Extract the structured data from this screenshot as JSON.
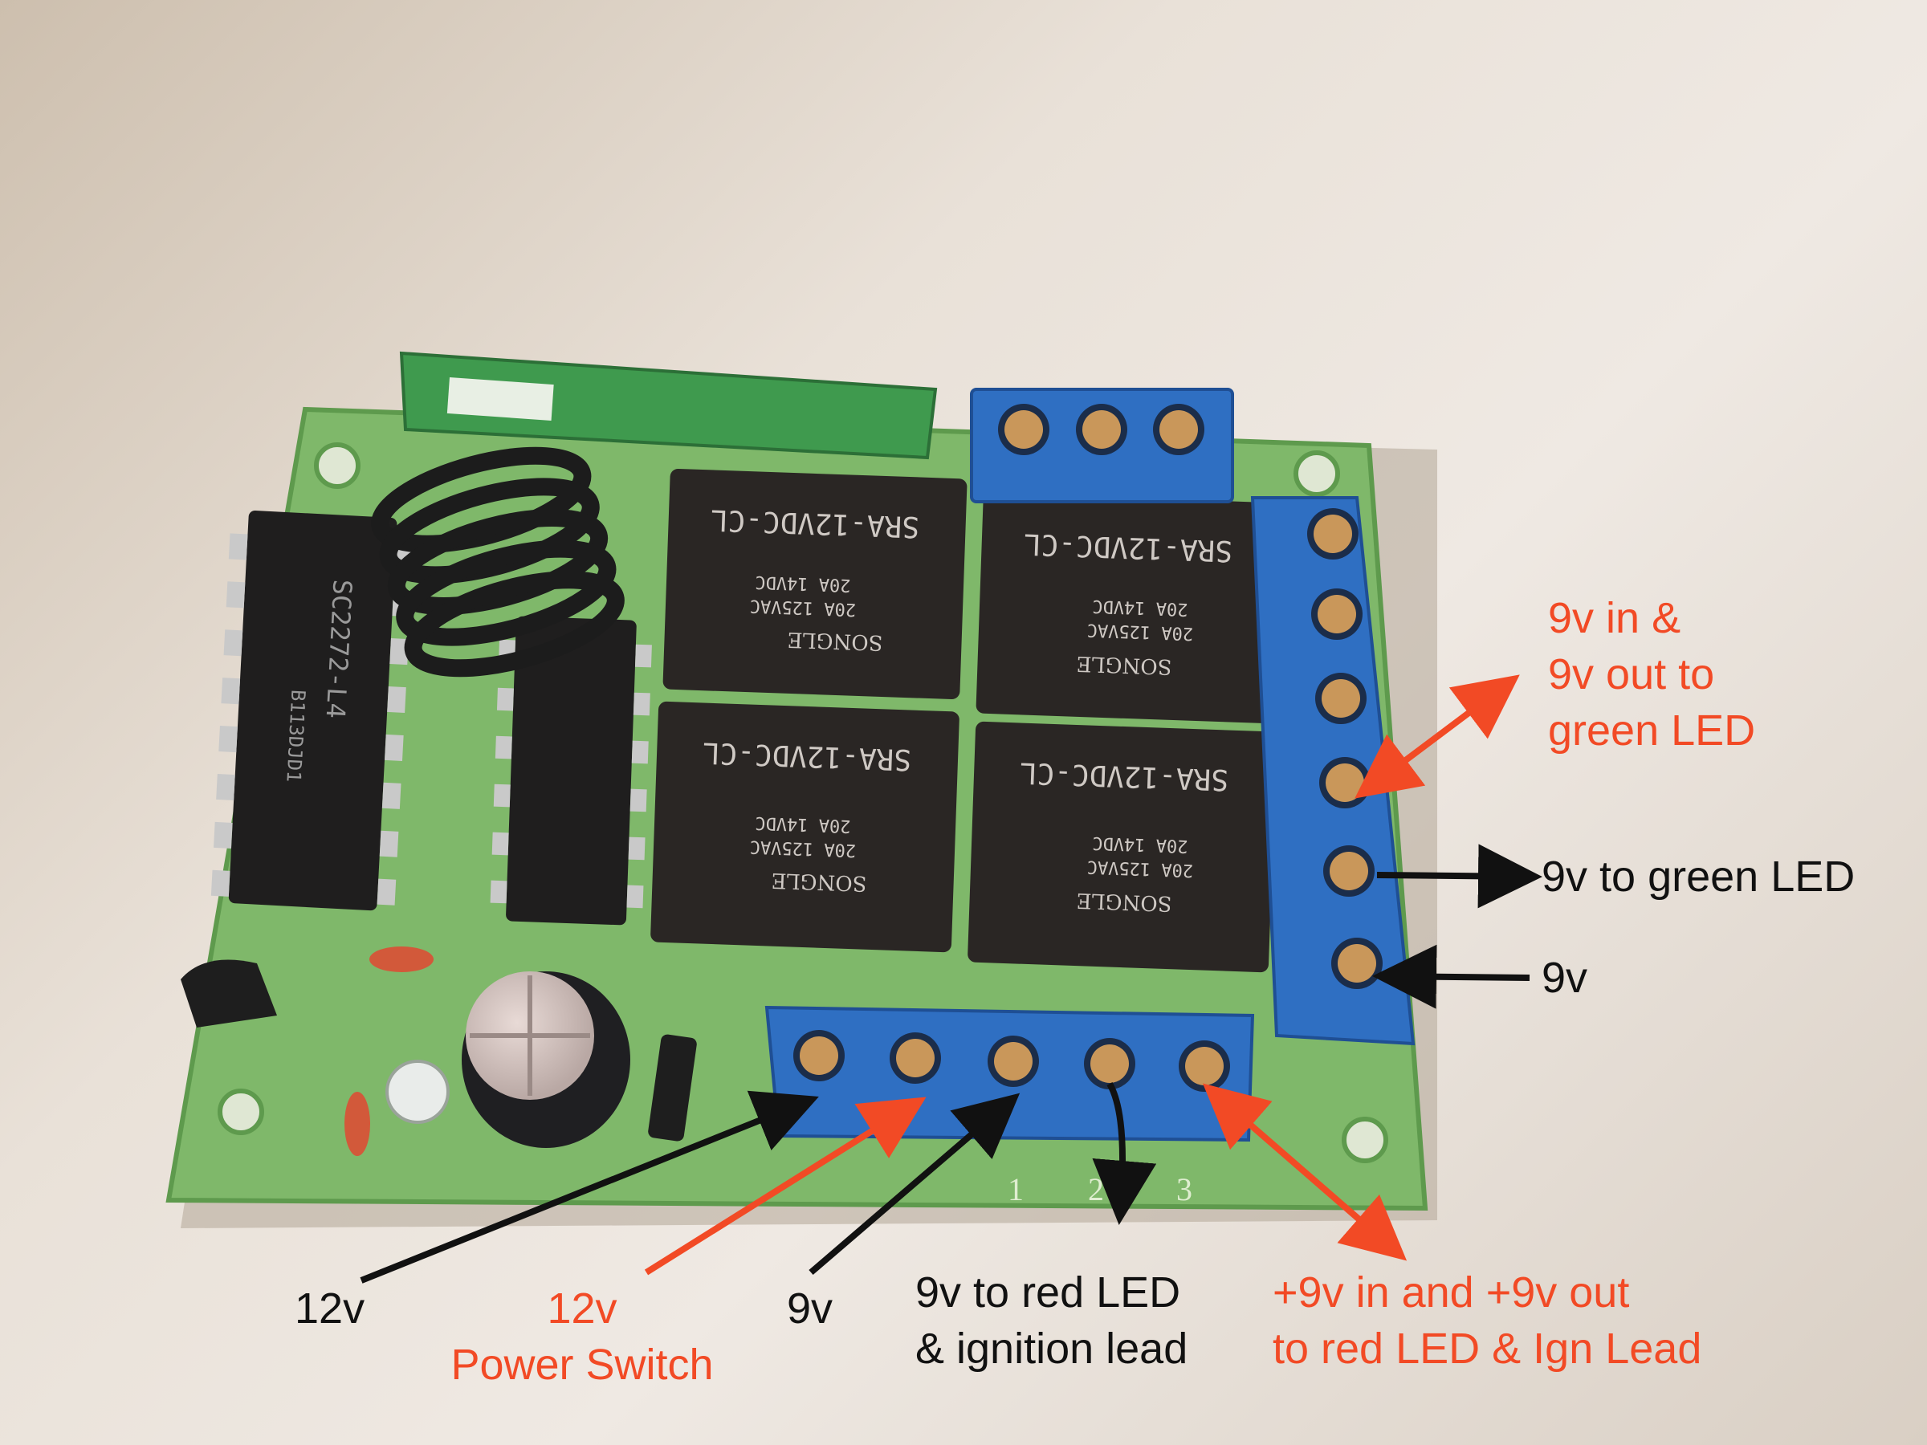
{
  "colors": {
    "annotation_red": "#f24a25",
    "annotation_black": "#111111",
    "pcb_green": "#7fb86a",
    "terminal_blue": "#2f6fc2",
    "relay_black": "#2a2624",
    "rf_module_green": "#3f9a4e"
  },
  "relays": [
    {
      "model": "SRA-12VDC-CL",
      "rating1": "20A 14VDC",
      "rating2": "20A 125VAC",
      "brand": "SONGLE"
    },
    {
      "model": "SRA-12VDC-CL",
      "rating1": "20A 14VDC",
      "rating2": "20A 125VAC",
      "brand": "SONGLE"
    },
    {
      "model": "SRA-12VDC-CL",
      "rating1": "20A 14VDC",
      "rating2": "20A 125VAC",
      "brand": "SONGLE"
    },
    {
      "model": "SRA-12VDC-CL",
      "rating1": "20A 14VDC",
      "rating2": "20A 125VAC",
      "brand": "SONGLE"
    }
  ],
  "chip": {
    "line1": "SC2272-L4",
    "line2": "B113DJD1"
  },
  "silkscreen": {
    "n1": "1",
    "n2": "2",
    "n3": "3"
  },
  "annotations": {
    "right_top": [
      "9v in &",
      "9v out to",
      "green LED"
    ],
    "right_mid": "9v to green LED",
    "right_bottom": "9v",
    "bottom_12v": "12v",
    "bottom_power_switch": [
      "12v",
      "Power Switch"
    ],
    "bottom_9v": "9v",
    "bottom_red_led": [
      "9v to red LED",
      "& ignition lead"
    ],
    "bottom_red_led_out": [
      "+9v in and +9v out",
      "to red LED & Ign Lead"
    ]
  }
}
